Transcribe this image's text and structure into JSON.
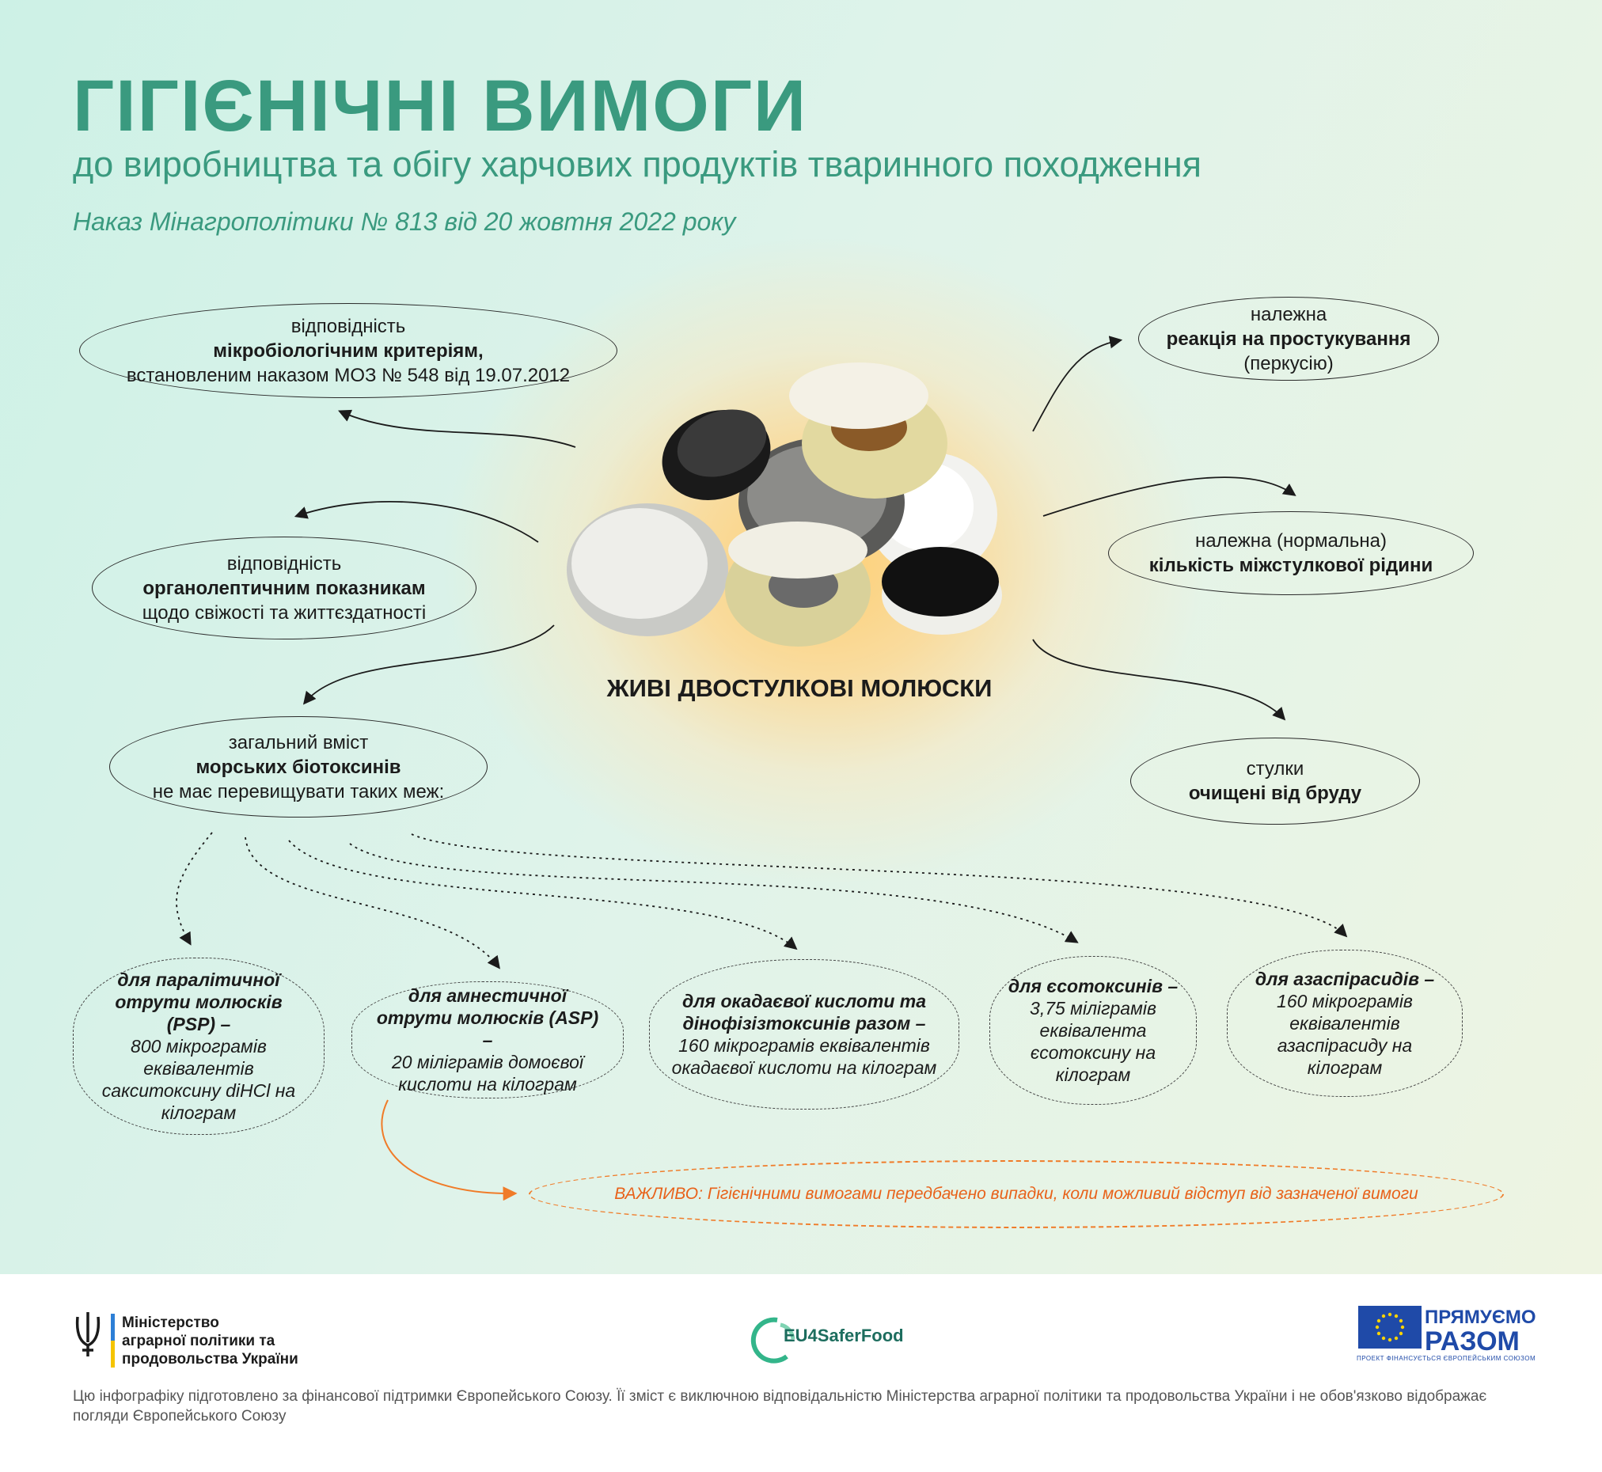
{
  "header": {
    "title": "ГІГІЄНІЧНІ ВИМОГИ",
    "subtitle": "до виробництва та обігу харчових продуктів тваринного походження",
    "order": "Наказ Мінагрополітики № 813 від 20 жовтня 2022 року"
  },
  "center_label": "ЖИВІ ДВОСТУЛКОВІ МОЛЮСКИ",
  "requirements": {
    "micro": {
      "line1": "відповідність",
      "bold": "мікробіологічним критеріям,",
      "line3": "встановленим наказом МОЗ № 548 від 19.07.2012"
    },
    "organo": {
      "line1": "відповідність",
      "bold": "органолептичним показникам",
      "line3": "щодо свіжості та життєздатності"
    },
    "toxins": {
      "line1": "загальний вміст",
      "bold": "морських біотоксинів",
      "line3": "не має перевищувати таких меж:"
    },
    "percussion": {
      "line1": "належна",
      "bold": "реакція на простукування",
      "line3": "(перкусію)"
    },
    "fluid": {
      "line1": "належна (нормальна)",
      "bold": "кількість міжстулкової рідини"
    },
    "shells": {
      "line1": "стулки",
      "bold": "очищені від бруду"
    }
  },
  "limits": [
    {
      "bold": "для паралітичної отрути молюсків (PSP) –",
      "text": "800 мікрограмів еквівалентів сакситоксину diHCl на кілограм"
    },
    {
      "bold": "для амнестичної отрути молюсків (ASP) –",
      "text": "20 міліграмів домоєвої кислоти на кілограм"
    },
    {
      "bold": "для окадаєвої кислоти та дінофізізтоксинів разом –",
      "text": "160 мікрограмів еквівалентів окадаєвої кислоти на кілограм"
    },
    {
      "bold": "для єсотоксинів –",
      "text": "3,75 міліграмів еквівалента єсотоксину на кілограм"
    },
    {
      "bold": "для азаспірасидів –",
      "text": "160 мікрограмів еквівалентів азаспірасиду на кілограм"
    }
  ],
  "important": "ВАЖЛИВО: Гігієнічними вимогами передбачено випадки, коли можливий відступ від зазначеної вимоги",
  "footer": {
    "ministry_line1": "Міністерство",
    "ministry_line2": "аграрної політики та",
    "ministry_line3": "продовольства України",
    "eu4": "EU4SaferFood",
    "pr_line1": "ПРЯМУЄМО",
    "pr_line2": "РАЗОМ",
    "pr_small": "ПРОЕКТ ФІНАНСУЄТЬСЯ ЄВРОПЕЙСЬКИМ СОЮЗОМ",
    "disclaimer": "Цю інфографіку підготовлено за фінансової підтримки Європейського Союзу. Її зміст є виключною відповідальністю Міністерства аграрної політики та продовольства України і не обов'язково відображає погляди Європейського Союзу"
  },
  "colors": {
    "accent_green": "#3a9a7f",
    "important_orange": "#e8621a",
    "eu_blue": "#1f4aa8"
  }
}
